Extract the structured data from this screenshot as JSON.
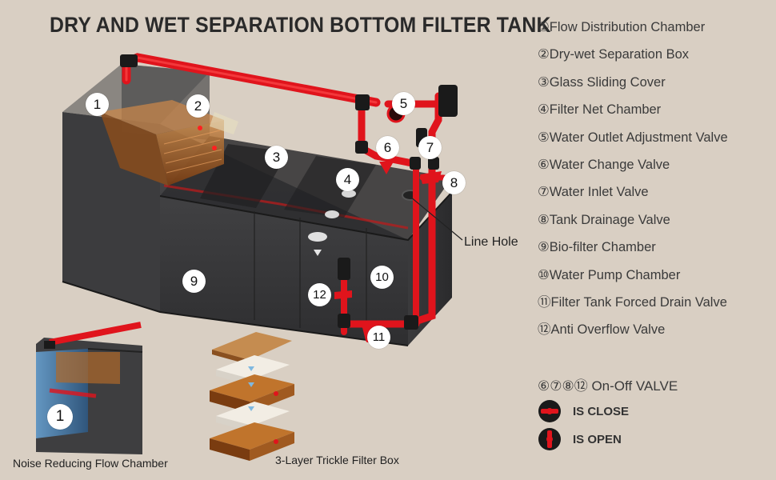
{
  "title": "DRY AND WET SEPARATION BOTTOM FILTER TANK",
  "legend": [
    "①Flow Distribution Chamber",
    "②Dry-wet Separation Box",
    "③Glass Sliding Cover",
    "④Filter Net Chamber",
    "⑤Water Outlet Adjustment Valve",
    "⑥Water Change Valve",
    "⑦Water Inlet Valve",
    "⑧Tank Drainage Valve",
    "⑨Bio-filter Chamber",
    "⑩Water Pump Chamber",
    "⑪Filter Tank Forced Drain Valve",
    "⑫Anti Overflow Valve"
  ],
  "markers": [
    "1",
    "2",
    "3",
    "4",
    "5",
    "6",
    "7",
    "8",
    "9",
    "10",
    "11",
    "12",
    "1"
  ],
  "line_hole_label": "Line Hole",
  "valve_note": "⑥⑦⑧⑫ On-Off VALVE",
  "valve_close_label": "IS CLOSE",
  "valve_open_label": "IS OPEN",
  "captions": {
    "noise_chamber": "Noise Reducing Flow Chamber",
    "trickle_box": "3-Layer Trickle Filter Box"
  },
  "colors": {
    "background": "#d9cfc3",
    "pipe_red": "#e0141c",
    "tank_glass": "#3d3d3f",
    "filter_orange": "#b4641e"
  },
  "icons": [
    "valve-closed-icon",
    "valve-open-icon"
  ]
}
